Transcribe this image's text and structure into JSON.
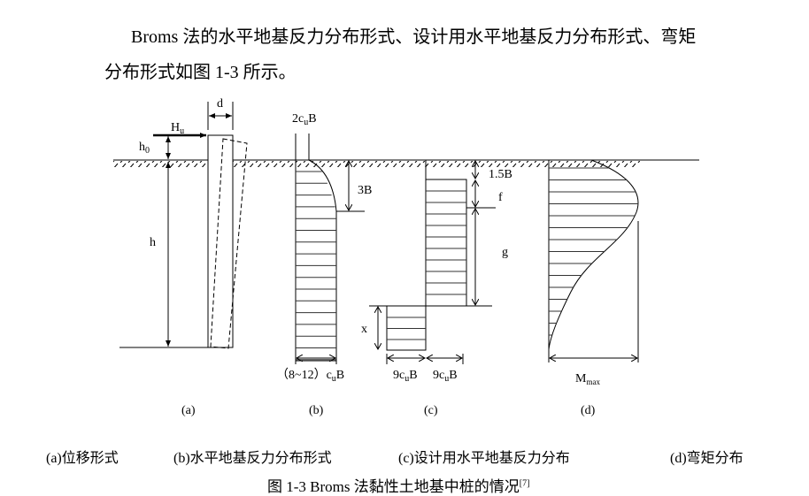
{
  "paragraph": {
    "line1": "Broms 法的水平地基反力分布形式、设计用水平地基反力分布形式、弯矩",
    "line2": "分布形式如图 1-3 所示。"
  },
  "figure": {
    "a": {
      "Hu": {
        "main": "H",
        "sub": "u"
      },
      "d": "d",
      "h0": {
        "main": "h",
        "sub": "0"
      },
      "h": "h",
      "label": "(a)"
    },
    "b": {
      "top": {
        "pre": "2c",
        "sub": "u",
        "post": "B"
      },
      "depth": "3B",
      "width": {
        "pre": "（8~12）c",
        "sub": "u",
        "post": "B"
      },
      "label": "(b)"
    },
    "c": {
      "d1": "1.5B",
      "f": "f",
      "g": "g",
      "x": "x",
      "w1": {
        "pre": "9c",
        "sub": "u",
        "post": "B"
      },
      "w2": {
        "pre": "9c",
        "sub": "u",
        "post": "B"
      },
      "label": "(c)"
    },
    "d": {
      "mmax": {
        "main": "M",
        "sub": "max"
      },
      "label": "(d)"
    }
  },
  "captions": [
    "(a)位移形式",
    "(b)水平地基反力分布形式",
    "(c)设计用水平地基反力分布",
    "(d)弯矩分布"
  ],
  "figure_title": {
    "text": "图 1-3 Broms 法黏性土地基中桩的情况",
    "ref": "[7]"
  }
}
